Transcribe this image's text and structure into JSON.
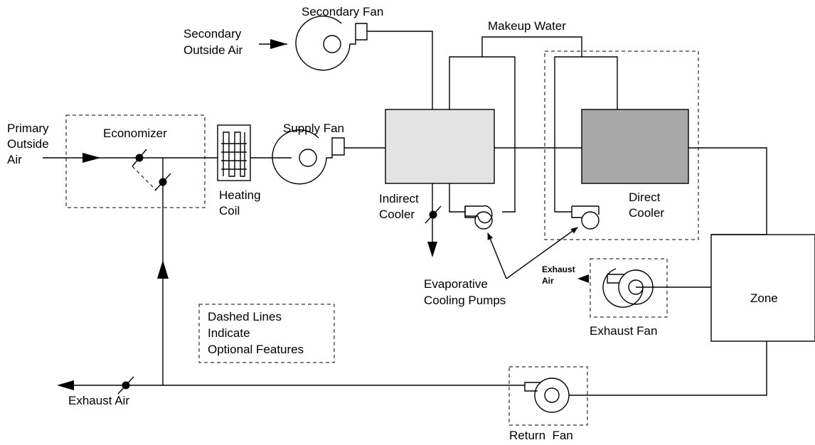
{
  "labels": {
    "primary_outside_air": [
      "Primary",
      "Outside",
      "Air"
    ],
    "economizer": "Economizer",
    "heating_coil": [
      "Heating",
      "Coil"
    ],
    "supply_fan": "Supply Fan",
    "secondary_outside_air": [
      "Secondary",
      "Outside Air"
    ],
    "secondary_fan": "Secondary Fan",
    "makeup_water": "Makeup Water",
    "indirect_cooler": [
      "Indirect",
      "Cooler"
    ],
    "direct_cooler": [
      "Direct",
      "Cooler"
    ],
    "evaporative_cooling_pumps": [
      "Evaporative",
      "Cooling Pumps"
    ],
    "exhaust_air_small": [
      "Exhaust",
      "Air"
    ],
    "exhaust_fan": "Exhaust Fan",
    "zone": "Zone",
    "note": [
      "Dashed Lines",
      "Indicate",
      "Optional Features"
    ],
    "exhaust_air": "Exhaust Air",
    "return_fan": "Return  Fan"
  },
  "colors": {
    "line": "#000000",
    "indirect_cooler_fill": "#e3e3e3",
    "direct_cooler_fill": "#a8a8a8",
    "background": "#ffffff"
  },
  "icons": [
    "fan-icon",
    "pump-icon",
    "damper-icon",
    "heating-coil-icon",
    "arrow-icon"
  ]
}
